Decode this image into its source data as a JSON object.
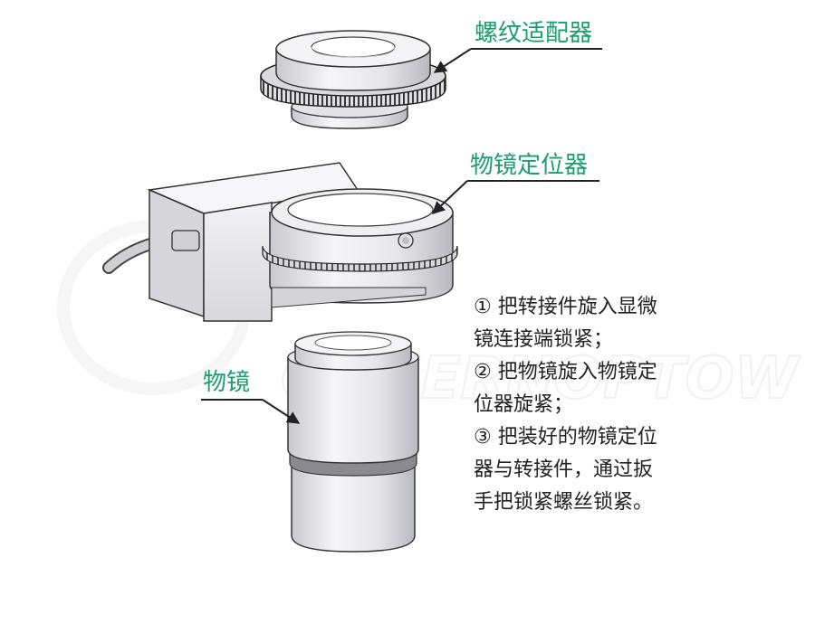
{
  "labels": {
    "adapter": "螺纹适配器",
    "locator": "物镜定位器",
    "objective": "物镜"
  },
  "instructions": [
    "① 把转接件旋入显微",
    "镜连接端锁紧；",
    "② 把物镜旋入物镜定",
    "位器旋紧；",
    "③ 把装好的物镜定位",
    "器与转接件，通过扳",
    "手把锁紧螺丝锁紧。"
  ],
  "watermark": "CONERNOPTOW",
  "colors": {
    "label": "#1a9e6e",
    "text": "#222222",
    "metal_light": "#f4f4f6",
    "metal_shade": "#d4d4da",
    "outline": "#333333",
    "watermark": "#eeeeee"
  },
  "icons": [
    "arrow-icon"
  ]
}
